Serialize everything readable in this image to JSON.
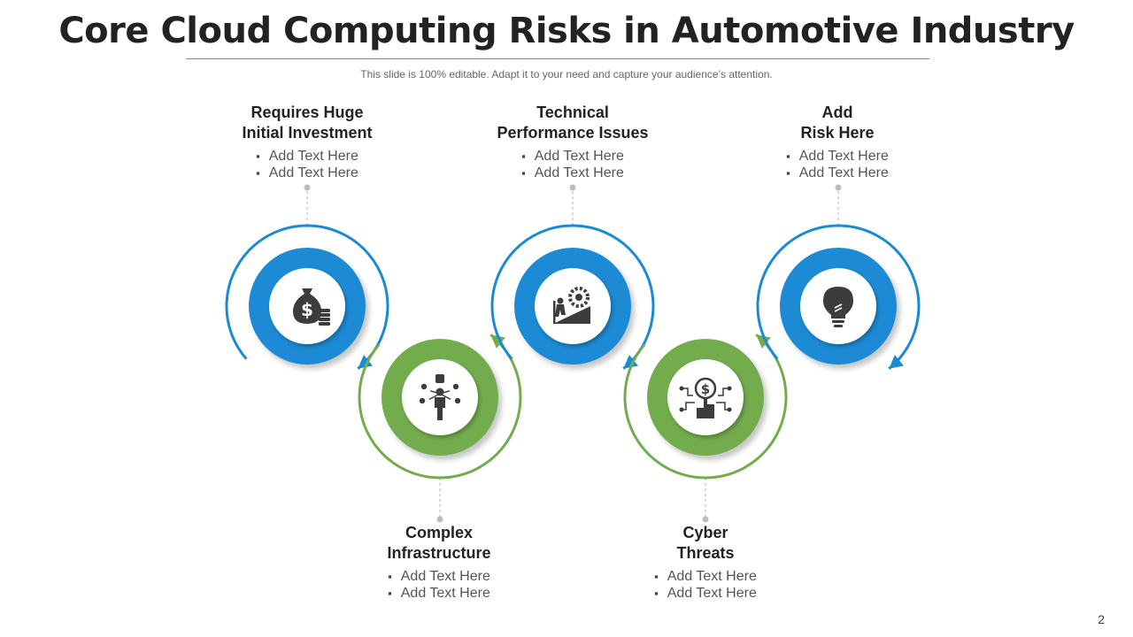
{
  "header": {
    "title": "Core Cloud Computing Risks in Automotive Industry",
    "subtitle": "This slide is 100% editable. Adapt it to your need and capture your audience’s attention."
  },
  "colors": {
    "blue": "#1a8ad4",
    "green": "#72ac4d",
    "icon": "#3c3c3c"
  },
  "steps": [
    {
      "title": "Requires Huge\nInitial Investment",
      "bullets": [
        "Add Text Here",
        "Add Text Here"
      ],
      "icon": "money-bag-icon",
      "color": "blue"
    },
    {
      "title": "Complex\nInfrastructure",
      "bullets": [
        "Add Text Here",
        "Add Text Here"
      ],
      "icon": "businessman-network-icon",
      "color": "green"
    },
    {
      "title": "Technical\nPerformance Issues",
      "bullets": [
        "Add Text Here",
        "Add Text Here"
      ],
      "icon": "climbing-gear-icon",
      "color": "blue"
    },
    {
      "title": "Cyber\nThreats",
      "bullets": [
        "Add Text Here",
        "Add Text Here"
      ],
      "icon": "digital-dollar-hand-icon",
      "color": "green"
    },
    {
      "title": "Add\nRisk Here",
      "bullets": [
        "Add Text Here",
        "Add Text Here"
      ],
      "icon": "lightbulb-icon",
      "color": "blue"
    }
  ],
  "footer": {
    "page_number": "2"
  }
}
